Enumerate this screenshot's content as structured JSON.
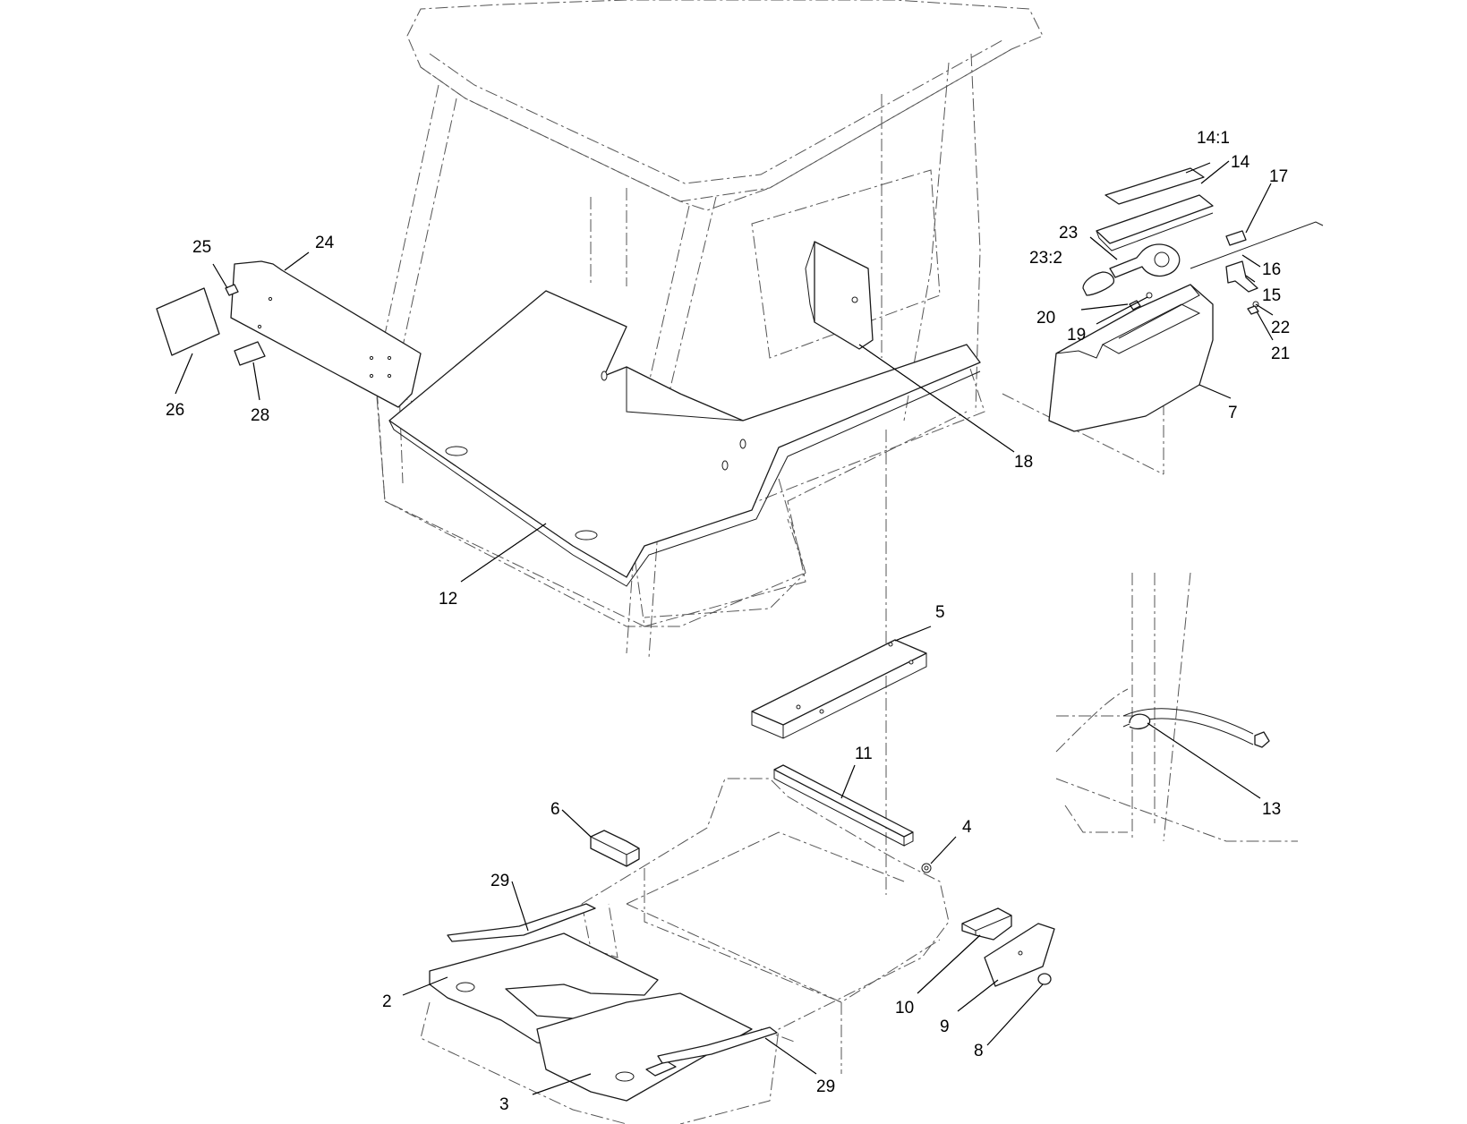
{
  "diagram": {
    "callouts": [
      "14:1",
      "14",
      "17",
      "23",
      "16",
      "23:2",
      "15",
      "20",
      "22",
      "19",
      "21",
      "7",
      "18",
      "25",
      "24",
      "26",
      "28",
      "12",
      "5",
      "11",
      "13",
      "6",
      "4",
      "29",
      "2",
      "10",
      "9",
      "8",
      "3",
      "29"
    ]
  }
}
